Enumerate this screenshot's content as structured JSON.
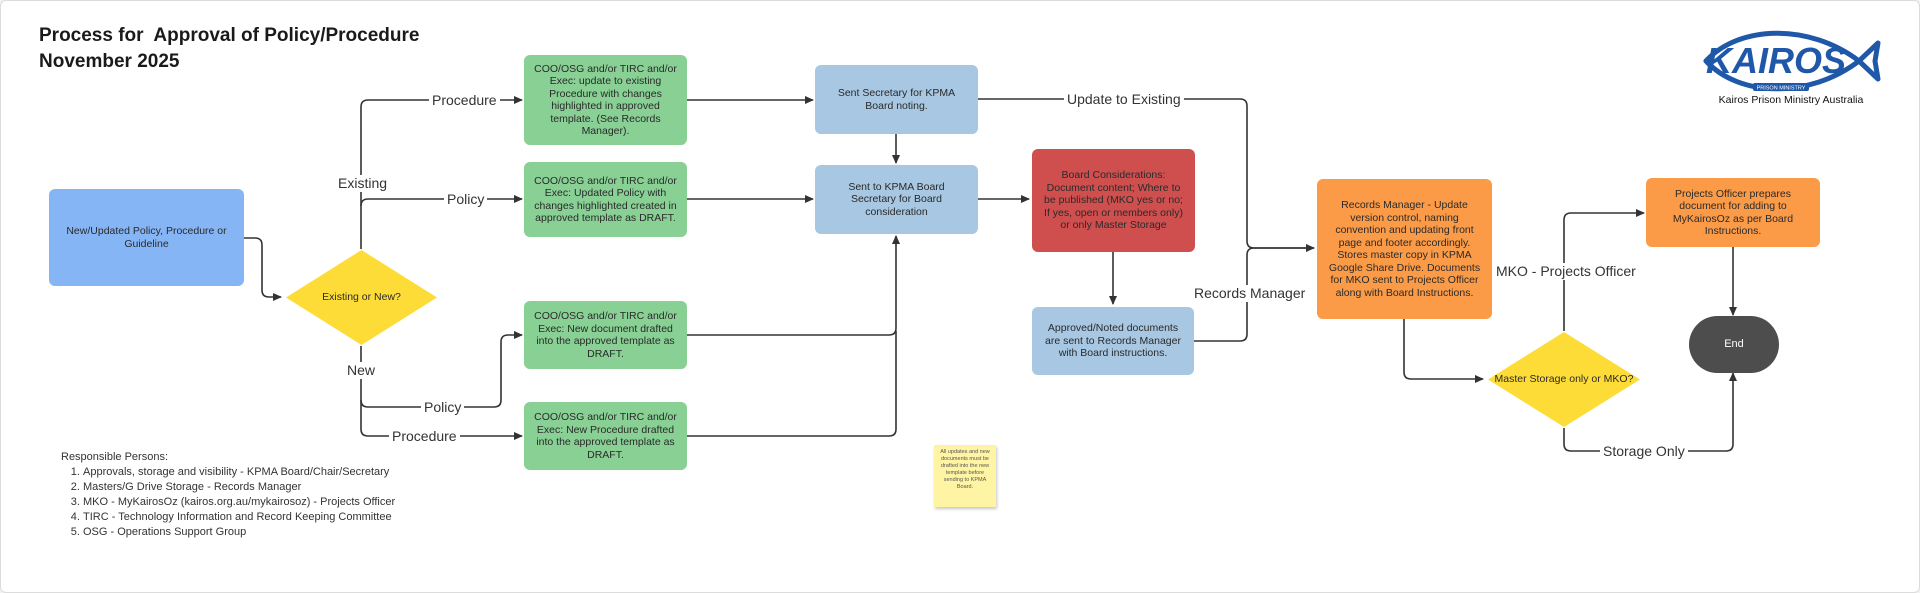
{
  "title": {
    "line1": "Process for  Approval of Policy/Procedure",
    "line2": "November 2025"
  },
  "logo": {
    "wordmark": "KAIROS",
    "subtext": "PRISON MINISTRY",
    "caption": "Kairos Prison Ministry Australia"
  },
  "nodes": {
    "start": "New/Updated Policy, Procedure or Guideline",
    "decision": "Existing or New?",
    "existing_procedure": "COO/OSG and/or TIRC and/or Exec: update to existing Procedure with changes highlighted in approved template. (See Records Manager).",
    "existing_policy": "COO/OSG and/or TIRC and/or Exec: Updated Policy with changes highlighted created in approved template as DRAFT.",
    "new_policy": "COO/OSG and/or TIRC and/or Exec: New document drafted into the approved template as DRAFT.",
    "new_procedure": "COO/OSG and/or TIRC and/or Exec: New Procedure drafted into the approved template as DRAFT.",
    "secretary_noting": "Sent Secretary for KPMA Board noting.",
    "board_secretary": "Sent to KPMA Board Secretary for Board consideration",
    "board_considerations": "Board Considerations: Document content; Where to be published (MKO yes or no; If yes, open or members only) or only Master Storage",
    "approved_docs": "Approved/Noted documents are sent to Records Manager with Board instructions.",
    "records_manager": "Records Manager - Update version control, naming convention and updating front page and footer accordingly. Stores master copy in KPMA Google Share Drive. Documents for MKO sent to Projects Officer along with Board Instructions.",
    "storage_decision": "Master Storage only or MKO?",
    "projects_officer": "Projects Officer prepares document for adding to MyKairosOz as per Board Instructions.",
    "end": "End"
  },
  "edge_labels": {
    "existing": "Existing",
    "new": "New",
    "procedure_existing": "Procedure",
    "policy_existing": "Policy",
    "policy_new": "Policy",
    "procedure_new": "Procedure",
    "update_to_existing": "Update to Existing",
    "records_manager": "Records Manager",
    "mko_projects_officer": "MKO - Projects Officer",
    "storage_only": "Storage Only"
  },
  "legend": {
    "heading": "Responsible Persons:",
    "items": [
      "Approvals, storage and visibility - KPMA Board/Chair/Secretary",
      "Masters/G Drive Storage - Records Manager",
      "MKO - MyKairosOz (kairos.org.au/mykairosoz) - Projects Officer",
      "TIRC - Technology Information and Record Keeping Committee",
      "OSG - Operations Support Group"
    ]
  },
  "sticky_note": "All updates and new documents must be drafted into the new template before sending to KPMA Board.",
  "colors": {
    "start": "#86b5f5",
    "green": "#88d094",
    "light_blue": "#a7c7e2",
    "red": "#cf4f4f",
    "orange": "#fb9b47",
    "yellow": "#fddc38",
    "end": "#4d4d4d",
    "logo_blue": "#1f58a8",
    "sticky": "#fff4a3",
    "line": "#333333"
  }
}
